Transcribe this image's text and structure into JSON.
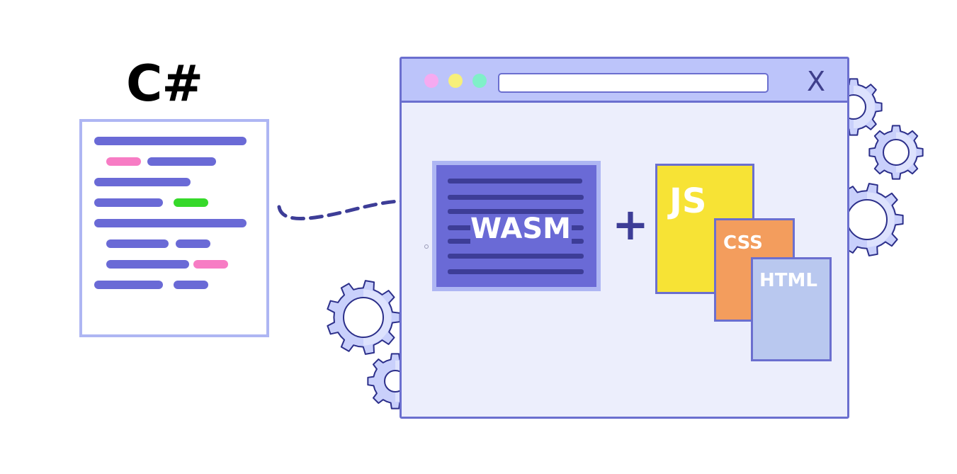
{
  "source_language": {
    "label": "C#"
  },
  "browser": {
    "window_dots": [
      {
        "color": "#f5aaf0"
      },
      {
        "color": "#f7f07a"
      },
      {
        "color": "#7ff0c8"
      }
    ],
    "close_label": "X"
  },
  "wasm": {
    "label": "WASM"
  },
  "operator": {
    "plus": "+"
  },
  "web_files": [
    {
      "label": "JS",
      "color": "#f7e335"
    },
    {
      "label": "CSS",
      "color": "#f39d5d"
    },
    {
      "label": "HTML",
      "color": "#b9c8ef"
    }
  ],
  "code_highlight_colors": {
    "default": "#6a6ad6",
    "pink": "#f77cc4",
    "green": "#36d92a"
  },
  "icons": {
    "gear": "gear-icon",
    "arrow": "dashed-arrow-icon"
  }
}
